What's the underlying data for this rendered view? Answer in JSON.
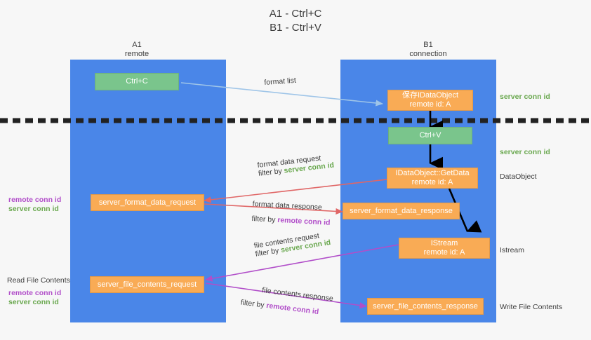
{
  "title": {
    "line1": "A1 - Ctrl+C",
    "line2": "B1 - Ctrl+V"
  },
  "colors": {
    "lane": "#4a86e8",
    "green_node": "#7ac58c",
    "orange_node": "#f9ab55",
    "server_conn_id": "#6aa84f",
    "remote_conn_id": "#b14ec9",
    "format_list_arrow": "#9fc5e8",
    "format_data_arrow": "#e06666",
    "file_contents_arrow": "#b14ec9",
    "internal_arrow": "#000000",
    "background": "#f7f7f7",
    "text": "#3c3c3c"
  },
  "lanes": [
    {
      "name": "A1",
      "sub": "remote"
    },
    {
      "name": "B1",
      "sub": "connection"
    }
  ],
  "nodes": {
    "ctrl_c": {
      "label": "Ctrl+C"
    },
    "save_dataobject": {
      "line1": "保存IDataObject",
      "line2": "remote id: A"
    },
    "ctrl_v": {
      "label": "Ctrl+V"
    },
    "getdata": {
      "line1": "IDataObject::GetData",
      "line2": "remote id: A"
    },
    "istream": {
      "line1": "IStream",
      "line2": "remote id: A"
    },
    "format_data_request": {
      "label": "server_format_data_request"
    },
    "format_data_response": {
      "label": "server_format_data_response"
    },
    "file_contents_request": {
      "label": "server_file_contents_request"
    },
    "file_contents_response": {
      "label": "server_file_contents_response"
    }
  },
  "edges": {
    "format_list": {
      "label": "format list"
    },
    "format_data_request": {
      "line1": "format data request",
      "line2_prefix": "filter by ",
      "line2_key": "server conn id"
    },
    "format_data_response": {
      "line1": "format data response",
      "line2_prefix": "filter by ",
      "line2_key": "remote conn id"
    },
    "file_contents_request": {
      "line1": "file contents request",
      "line2_prefix": "filter by ",
      "line2_key": "server conn id"
    },
    "file_contents_response": {
      "line1": "file contents response",
      "line2_prefix": "filter by ",
      "line2_key": "remote conn id"
    }
  },
  "annotations": {
    "right": [
      {
        "text": "server conn id",
        "style": "green"
      },
      {
        "text": "server conn id",
        "style": "green"
      },
      {
        "text": "DataObject",
        "style": "plain"
      },
      {
        "text": "Istream",
        "style": "plain"
      },
      {
        "text": "Write File Contents",
        "style": "plain"
      }
    ],
    "left": {
      "block1_remote": "remote conn id",
      "block1_server": "server conn id",
      "read_file_contents": "Read File Contents",
      "block2_remote": "remote conn id",
      "block2_server": "server conn id"
    }
  }
}
